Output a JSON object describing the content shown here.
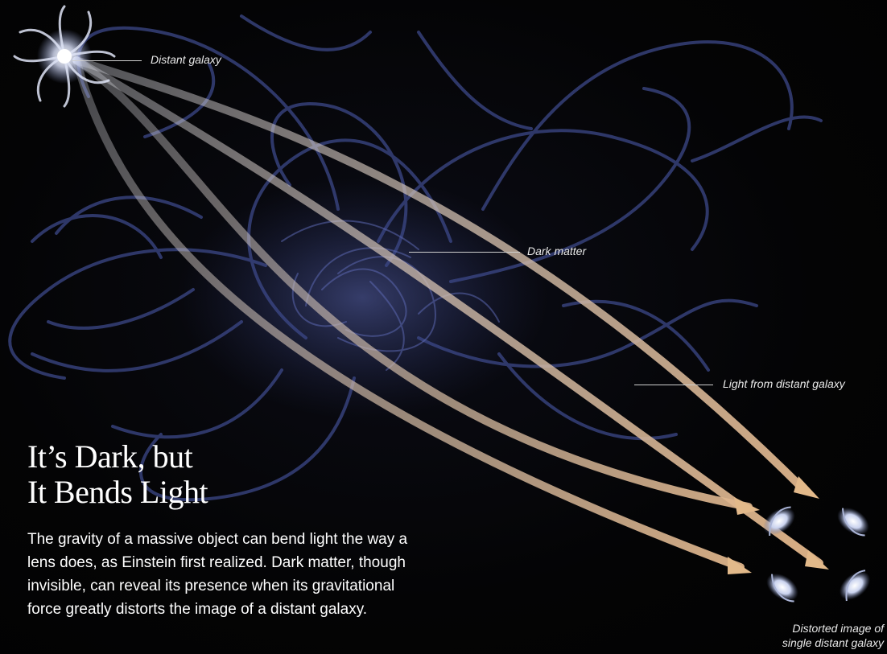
{
  "labels": {
    "distant_galaxy": "Distant galaxy",
    "dark_matter": "Dark matter",
    "light": "Light from distant galaxy",
    "distorted_line1": "Distorted image of",
    "distorted_line2": "single distant galaxy"
  },
  "headline": {
    "line1": "It’s Dark, but",
    "line2": "It Bends Light"
  },
  "body_text": "The gravity of a massive object can bend light the way a lens does, as Einstein first realized. Dark matter, though invisible, can reveal its presence when its gravitational force greatly distorts the image of a distant galaxy.",
  "colors": {
    "background": "#050505",
    "dark_matter_strands": "#3e4a8c",
    "light_beam": "#e2b98a",
    "galaxy": "#eef2ff",
    "text": "#ffffff"
  }
}
